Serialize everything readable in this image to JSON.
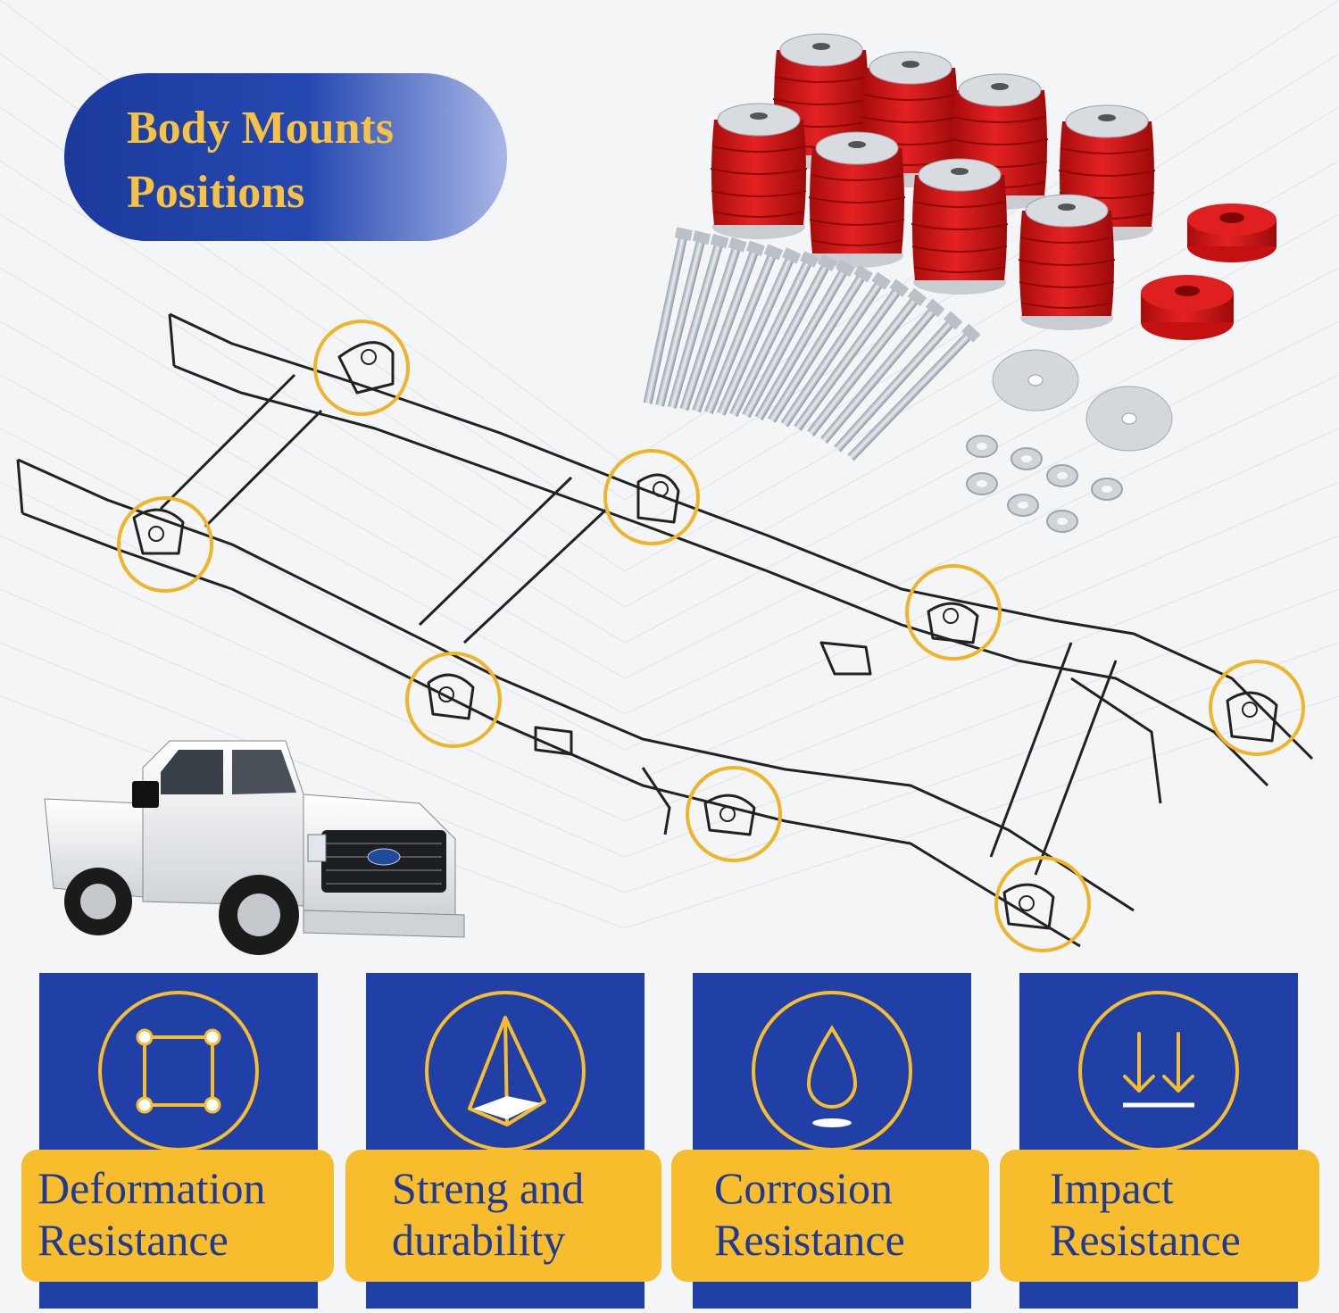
{
  "title": {
    "line1": "Body Mounts",
    "line2": "Positions"
  },
  "features": [
    {
      "icon": "square-frame-icon",
      "line1": "Deformation",
      "line2": "Resistance"
    },
    {
      "icon": "pyramid-icon",
      "line1": "Streng and",
      "line2": "durability"
    },
    {
      "icon": "droplet-icon",
      "line1": "Corrosion",
      "line2": "Resistance"
    },
    {
      "icon": "down-arrows-icon",
      "line1": "Impact",
      "line2": "Resistance"
    }
  ],
  "colors": {
    "blue": "#2040a8",
    "gold": "#f7bd2c",
    "text_blue": "#1e3a96",
    "mount_red": "#d61818",
    "circle_gold": "#f0b429"
  }
}
